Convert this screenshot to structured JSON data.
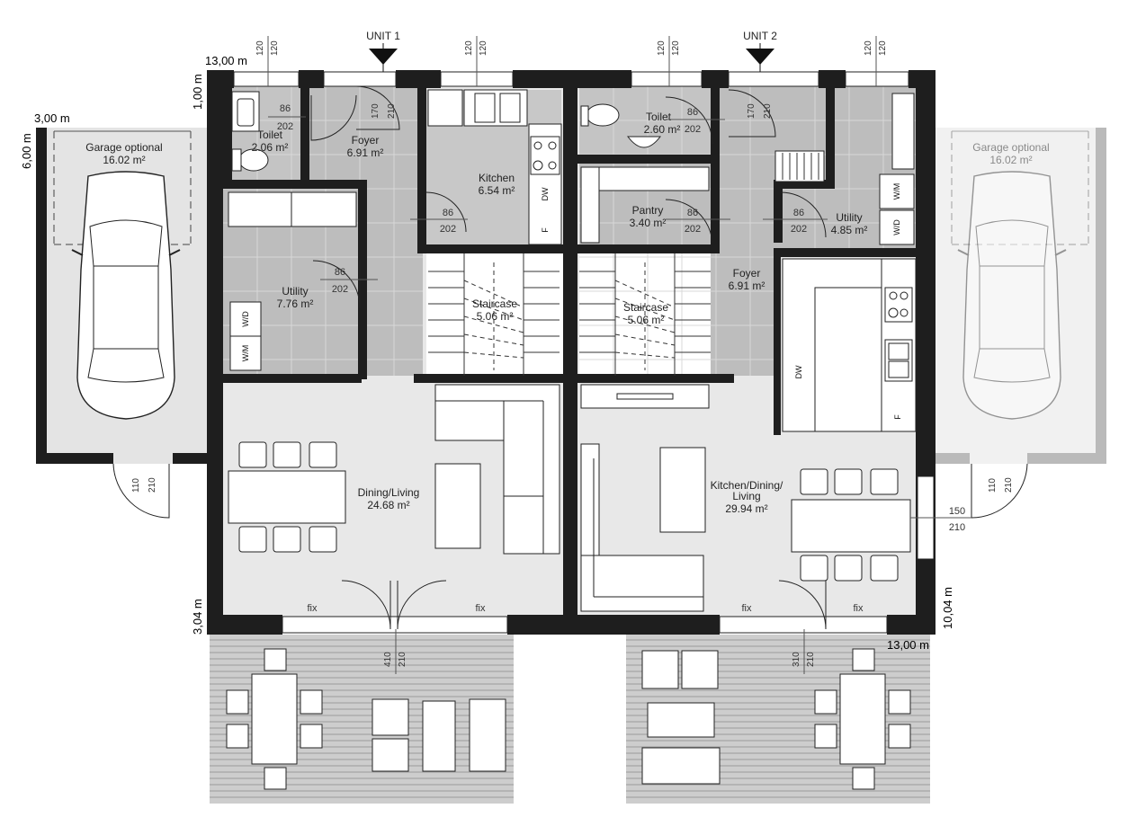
{
  "units": {
    "unit1": "UNIT 1",
    "unit2": "UNIT 2"
  },
  "dimensions": {
    "top_width": "13,00 m",
    "bottom_width": "13,00 m",
    "left_offset_top": "1,00 m",
    "left_offset_bottom": "3,04 m",
    "garage_width": "3,00 m",
    "garage_depth": "6,00 m",
    "right_depth": "10,04 m"
  },
  "rooms": {
    "garage_left": {
      "name": "Garage optional",
      "area": "16.02 m²"
    },
    "garage_right": {
      "name": "Garage optional",
      "area": "16.02 m²"
    },
    "toilet1": {
      "name": "Toilet",
      "area": "2.06 m²"
    },
    "foyer1": {
      "name": "Foyer",
      "area": "6.91 m²"
    },
    "kitchen1": {
      "name": "Kitchen",
      "area": "6.54 m²"
    },
    "utility1": {
      "name": "Utility",
      "area": "7.76 m²"
    },
    "staircase1": {
      "name": "Staircase",
      "area": "5.06 m²"
    },
    "dining_living1": {
      "name": "Dining/Living",
      "area": "24.68 m²"
    },
    "toilet2": {
      "name": "Toilet",
      "area": "2.60 m²"
    },
    "pantry2": {
      "name": "Pantry",
      "area": "3.40 m²"
    },
    "utility2": {
      "name": "Utility",
      "area": "4.85 m²"
    },
    "foyer2": {
      "name": "Foyer",
      "area": "6.91 m²"
    },
    "staircase2": {
      "name": "Staircase",
      "area": "5.06 m²"
    },
    "kitchen_dining_living2": {
      "name_line1": "Kitchen/Dining/",
      "name_line2": "Living",
      "area": "29.94 m²"
    }
  },
  "appliances": {
    "dw": "DW",
    "fridge": "F",
    "wm": "W/M",
    "wd": "W/D"
  },
  "fix_label": "fix",
  "door_sizes": {
    "d86": "86",
    "d202": "202",
    "d110": "110",
    "d210": "210",
    "d150": "150",
    "d410": "410",
    "d310": "310",
    "d170": "170",
    "d120": "120"
  }
}
